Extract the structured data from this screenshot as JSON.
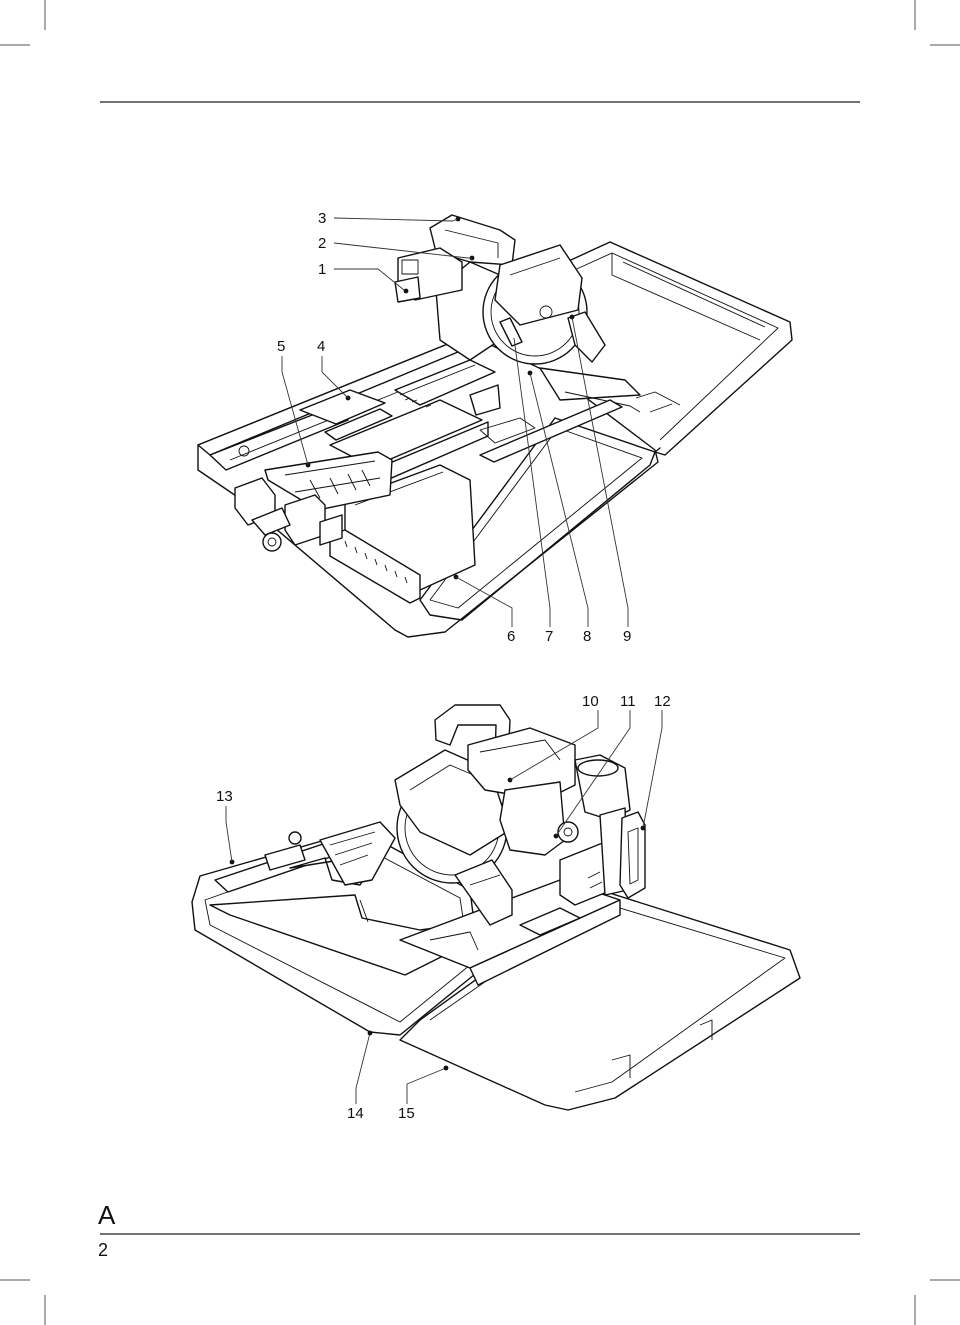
{
  "figure_label": "A",
  "page_number": "2",
  "callouts": {
    "c1": "1",
    "c2": "2",
    "c3": "3",
    "c4": "4",
    "c5": "5",
    "c6": "6",
    "c7": "7",
    "c8": "8",
    "c9": "9",
    "c10": "10",
    "c11": "11",
    "c12": "12",
    "c13": "13",
    "c14": "14",
    "c15": "15"
  }
}
